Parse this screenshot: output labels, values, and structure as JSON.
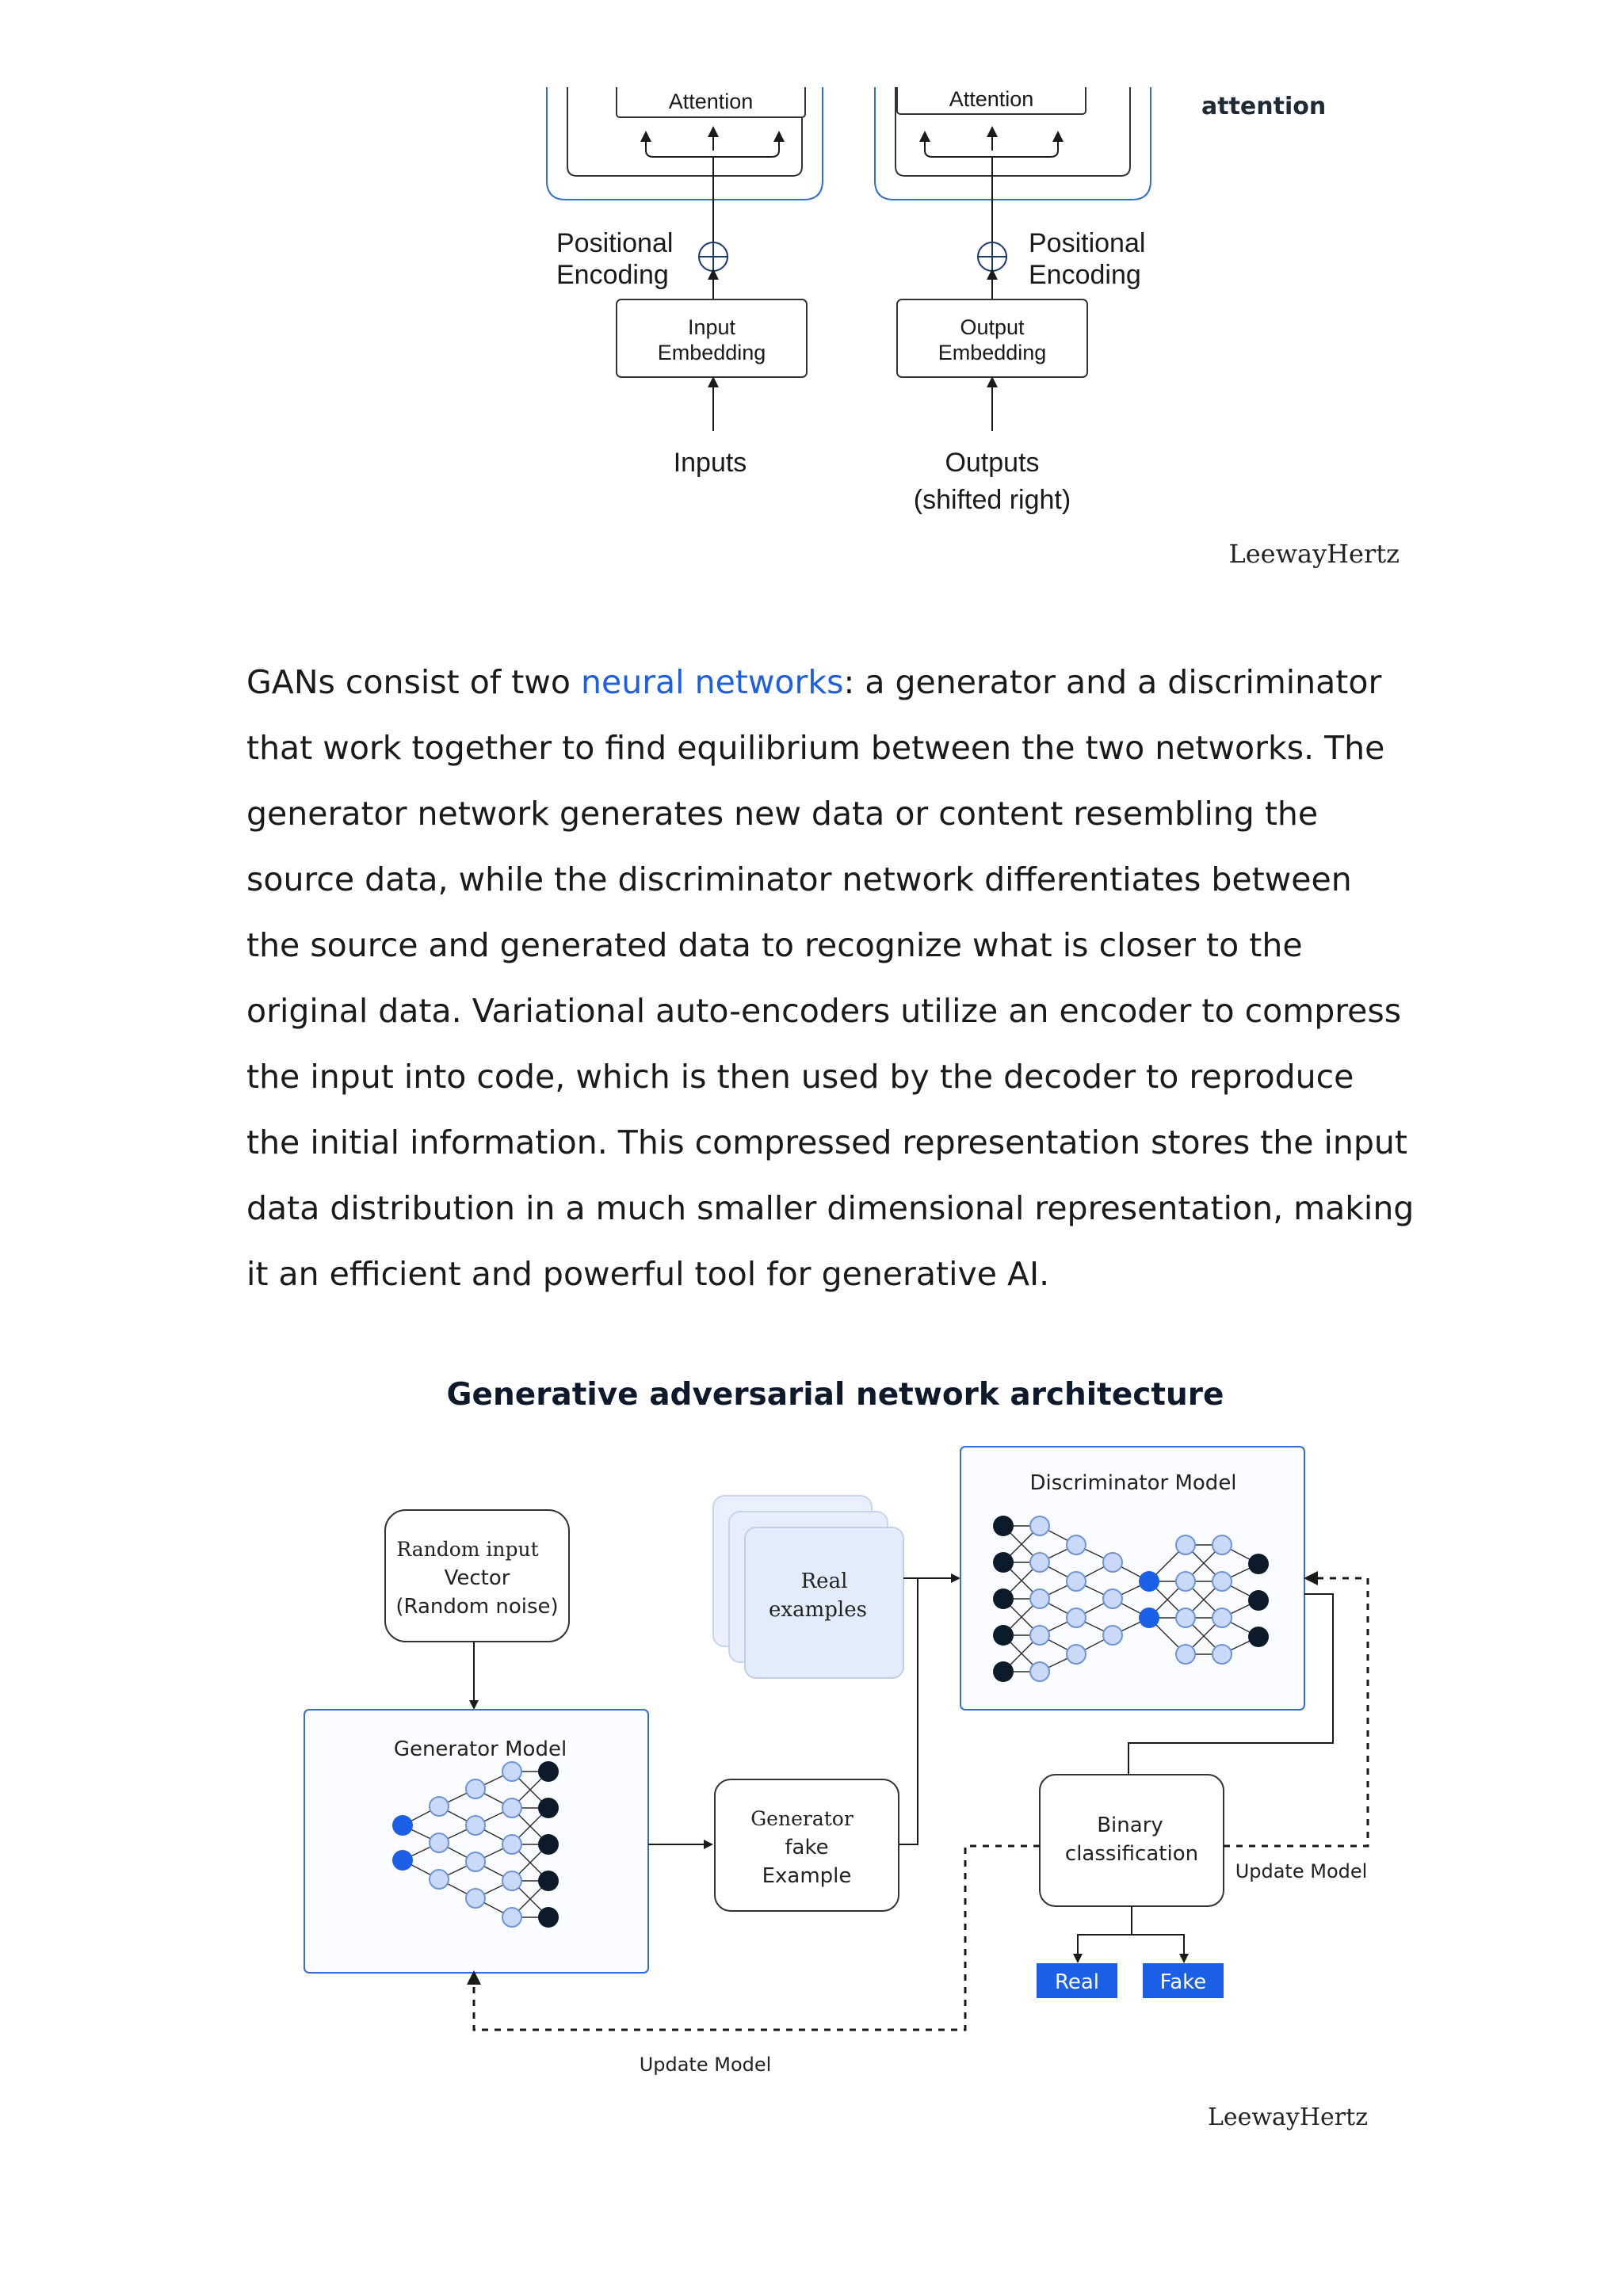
{
  "transformer_figure": {
    "attention_left": "Attention",
    "attention_right": "Attention",
    "side_note": "attention",
    "positional_left": [
      "Positional",
      "Encoding"
    ],
    "positional_right": [
      "Positional",
      "Encoding"
    ],
    "input_embedding": [
      "Input",
      "Embedding"
    ],
    "output_embedding": [
      "Output",
      "Embedding"
    ],
    "inputs_label": "Inputs",
    "outputs_label": [
      "Outputs",
      "(shifted right)"
    ],
    "brand": "LeewayHertz"
  },
  "paragraph": {
    "before_link": "GANs consist of two ",
    "link_text": "neural networks",
    "after_link": ": a generator and a discriminator that work together to find equilibrium between the two networks. The generator network generates new data or content resembling the source data, while the discriminator network differentiates between the source and generated data to recognize what is closer to the original data. Variational auto-encoders utilize an encoder to compress the input into code, which is then used by the decoder to reproduce the initial information. This compressed representation stores the input data distribution in a much smaller dimensional representation, making it an efficient and powerful tool for generative AI."
  },
  "gan_figure": {
    "title": "Generative adversarial network architecture",
    "random_input": [
      "Random input",
      "Vector",
      "(Random noise)"
    ],
    "generator_model": "Generator Model",
    "real_examples": [
      "Real",
      "examples"
    ],
    "generator_fake": [
      "Generator",
      "fake",
      "Example"
    ],
    "discriminator_model": "Discriminator Model",
    "binary_classification": [
      "Binary",
      "classification"
    ],
    "update_model_right": "Update Model",
    "update_model_bottom": "Update Model",
    "real_badge": "Real",
    "fake_badge": "Fake",
    "brand": "LeewayHertz",
    "colors": {
      "accent_blue": "#1a5fe6",
      "box_border": "#2f6fd6",
      "dark_node": "#0c1b2a",
      "light_node": "#c9d9f7"
    }
  }
}
